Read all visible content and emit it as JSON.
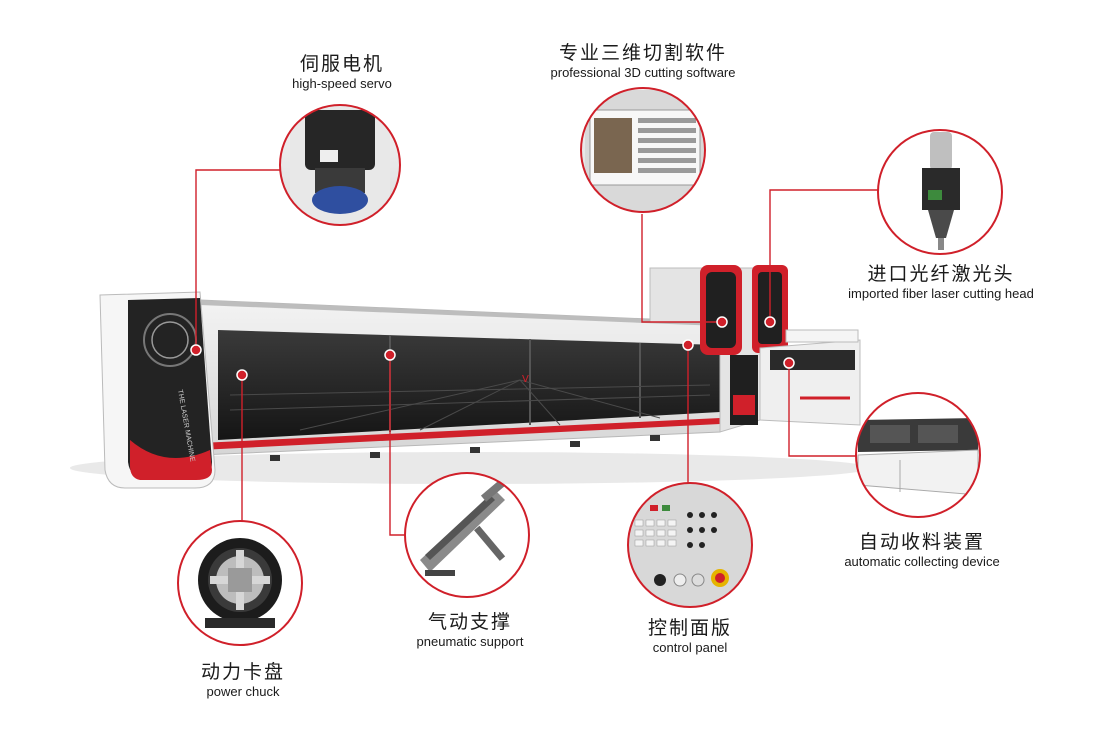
{
  "colors": {
    "accent": "#d0202a",
    "frame": "#c9c9c9",
    "dark": "#2b2b2b",
    "background": "#ffffff"
  },
  "machine": {
    "logo_text": "THE LASER MACHINE"
  },
  "callouts": [
    {
      "id": "servo",
      "zh": "伺服电机",
      "en": "high-speed servo",
      "icon": "servo-motor-icon"
    },
    {
      "id": "software",
      "zh": "专业三维切割软件",
      "en": "professional 3D cutting software",
      "icon": "software-screen-icon"
    },
    {
      "id": "head",
      "zh": "进口光纤激光头",
      "en": "imported fiber laser cutting head",
      "icon": "laser-head-icon"
    },
    {
      "id": "collect",
      "zh": "自动收料装置",
      "en": "automatic collecting device",
      "icon": "collecting-device-icon"
    },
    {
      "id": "panel",
      "zh": "控制面版",
      "en": "control panel",
      "icon": "control-panel-icon"
    },
    {
      "id": "support",
      "zh": "气动支撑",
      "en": "pneumatic support",
      "icon": "pneumatic-support-icon"
    },
    {
      "id": "chuck",
      "zh": "动力卡盘",
      "en": "power chuck",
      "icon": "power-chuck-icon"
    }
  ]
}
